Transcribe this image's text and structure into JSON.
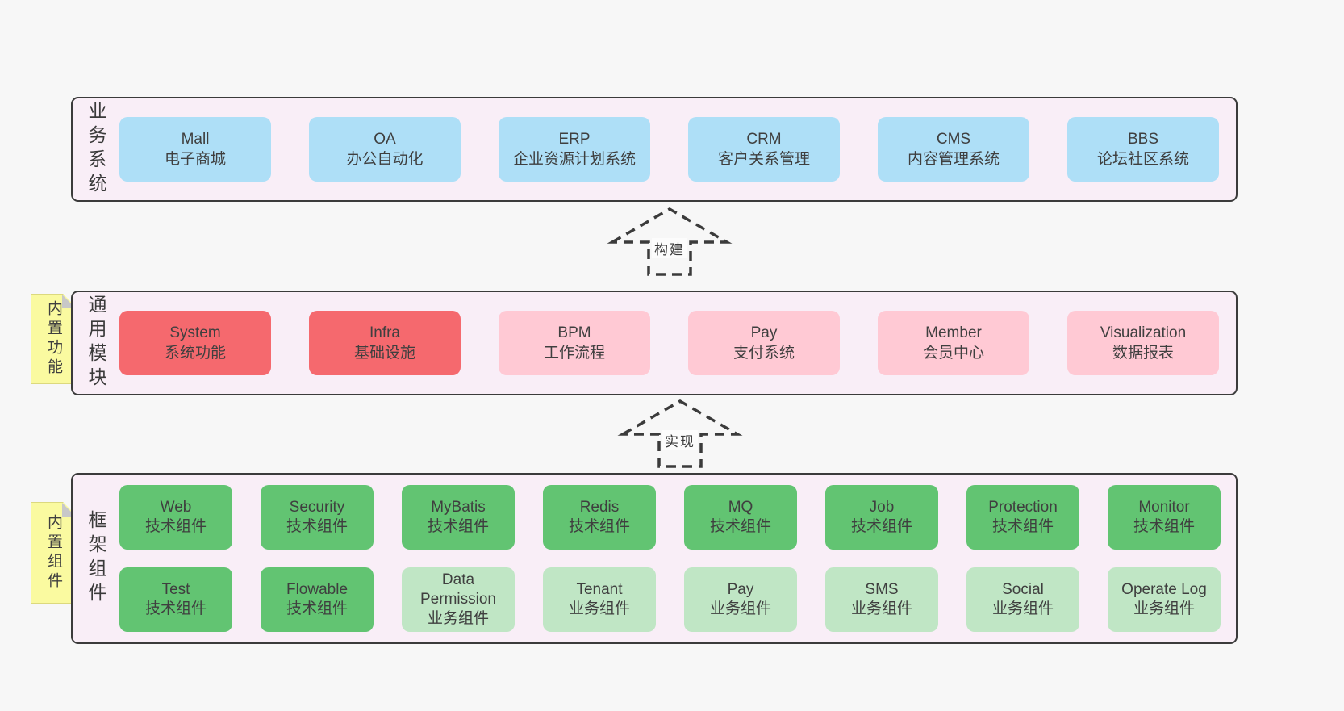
{
  "palette": {
    "page-bg": "#f7f7f7",
    "panel-bg": "#f9eef7",
    "line": "#3b3b3b",
    "text": "#3f3f3f",
    "blue": "#aedff7",
    "red": "#f5696e",
    "pink": "#ffc9d4",
    "green": "#62c472",
    "lightgreen": "#c0e6c5",
    "yellow": "#fafaa0",
    "fold": "#c8c8c8"
  },
  "arrows": [
    {
      "label": "构建"
    },
    {
      "label": "实现"
    }
  ],
  "sections": [
    {
      "label": "业务系统",
      "rows": [
        [
          {
            "name": "Mall",
            "desc": "电子商城",
            "variant": "blue"
          },
          {
            "name": "OA",
            "desc": "办公自动化",
            "variant": "blue"
          },
          {
            "name": "ERP",
            "desc": "企业资源计划系统",
            "variant": "blue"
          },
          {
            "name": "CRM",
            "desc": "客户关系管理",
            "variant": "blue"
          },
          {
            "name": "CMS",
            "desc": "内容管理系统",
            "variant": "blue"
          },
          {
            "name": "BBS",
            "desc": "论坛社区系统",
            "variant": "blue"
          }
        ]
      ]
    },
    {
      "label": "通用模块",
      "sticky": "内置功能",
      "rows": [
        [
          {
            "name": "System",
            "desc": "系统功能",
            "variant": "red"
          },
          {
            "name": "Infra",
            "desc": "基础设施",
            "variant": "red"
          },
          {
            "name": "BPM",
            "desc": "工作流程",
            "variant": "pink"
          },
          {
            "name": "Pay",
            "desc": "支付系统",
            "variant": "pink"
          },
          {
            "name": "Member",
            "desc": "会员中心",
            "variant": "pink"
          },
          {
            "name": "Visualization",
            "desc": "数据报表",
            "variant": "pink"
          }
        ]
      ]
    },
    {
      "label": "框架组件",
      "sticky": "内置组件",
      "rows": [
        [
          {
            "name": "Web",
            "desc": "技术组件",
            "variant": "green"
          },
          {
            "name": "Security",
            "desc": "技术组件",
            "variant": "green"
          },
          {
            "name": "MyBatis",
            "desc": "技术组件",
            "variant": "green"
          },
          {
            "name": "Redis",
            "desc": "技术组件",
            "variant": "green"
          },
          {
            "name": "MQ",
            "desc": "技术组件",
            "variant": "green"
          },
          {
            "name": "Job",
            "desc": "技术组件",
            "variant": "green"
          },
          {
            "name": "Protection",
            "desc": "技术组件",
            "variant": "green"
          },
          {
            "name": "Monitor",
            "desc": "技术组件",
            "variant": "green"
          }
        ],
        [
          {
            "name": "Test",
            "desc": "技术组件",
            "variant": "green"
          },
          {
            "name": "Flowable",
            "desc": "技术组件",
            "variant": "green"
          },
          {
            "name": "Data Permission",
            "desc": "业务组件",
            "variant": "lightgreen"
          },
          {
            "name": "Tenant",
            "desc": "业务组件",
            "variant": "lightgreen"
          },
          {
            "name": "Pay",
            "desc": "业务组件",
            "variant": "lightgreen"
          },
          {
            "name": "SMS",
            "desc": "业务组件",
            "variant": "lightgreen"
          },
          {
            "name": "Social",
            "desc": "业务组件",
            "variant": "lightgreen"
          },
          {
            "name": "Operate Log",
            "desc": "业务组件",
            "variant": "lightgreen"
          }
        ]
      ]
    }
  ]
}
